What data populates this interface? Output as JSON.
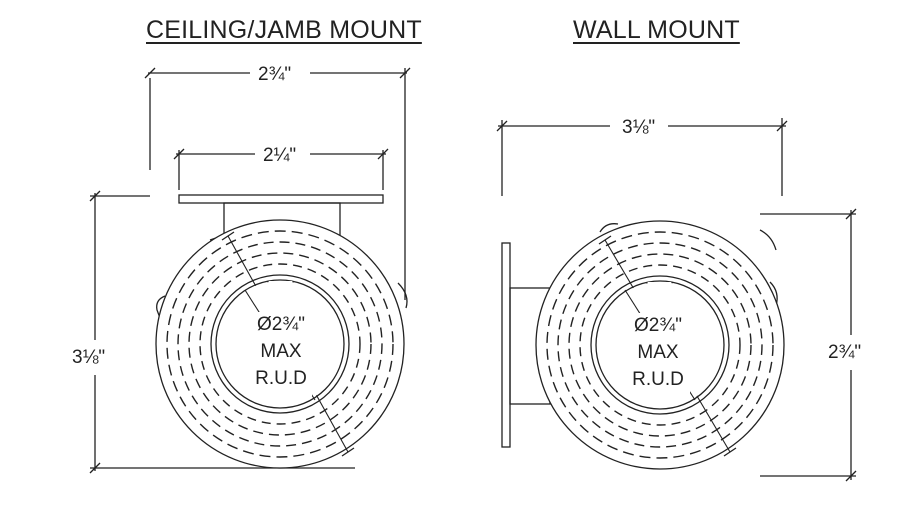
{
  "titles": {
    "left": "CEILING/JAMB MOUNT",
    "right": "WALL MOUNT"
  },
  "dimensions": {
    "ceiling_overall_width": "2¾\"",
    "ceiling_plate_width": "2¼\"",
    "ceiling_overall_height": "3⅛\"",
    "wall_overall_width": "3⅛\"",
    "wall_overall_height": "2¾\""
  },
  "hub_label": {
    "line1": "Ø2¾\"",
    "line2": "MAX",
    "line3": "R.U.D"
  }
}
